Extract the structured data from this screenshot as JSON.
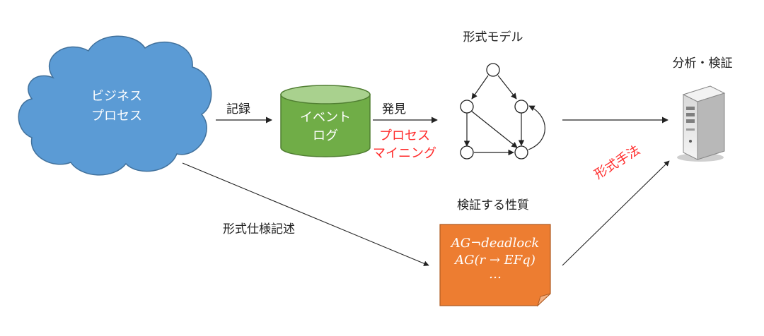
{
  "business_process": {
    "line1": "ビジネス",
    "line2": "プロセス"
  },
  "event_log": {
    "line1": "イベント",
    "line2": "ログ"
  },
  "formal_model": {
    "title": "形式モデル"
  },
  "analysis": {
    "title": "分析・検証"
  },
  "edges": {
    "record": "記録",
    "discover": "発見",
    "formal_spec": "形式仕様記述"
  },
  "process_mining": {
    "line1": "プロセス",
    "line2": "マイニング"
  },
  "formal_methods": "形式手法",
  "properties": {
    "title": "検証する性質",
    "formula1": "AG¬deadlock",
    "formula2": "AG(r → EFq)",
    "formula3": "…"
  },
  "colors": {
    "cloud": "#5b9bd5",
    "cylinder_body": "#70ad47",
    "cylinder_top": "#a9d18e",
    "note": "#ed7d31",
    "accent_red": "#ff2a2a"
  }
}
